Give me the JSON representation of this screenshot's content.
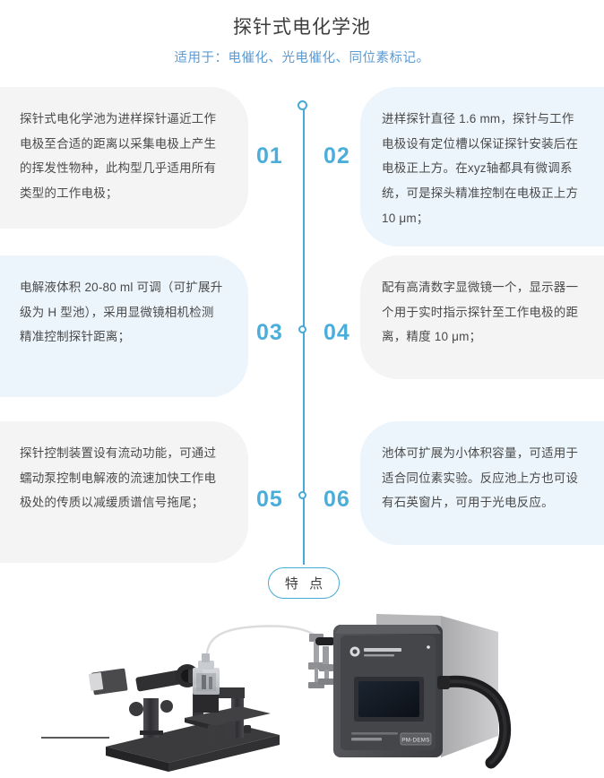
{
  "header": {
    "title": "探针式电化学池",
    "subtitle": "适用于：电催化、光电催化、同位素标记。"
  },
  "timeline": {
    "badge_label": "特 点",
    "accent_color": "#46a9d8",
    "number_color": "#4badda"
  },
  "cards": [
    {
      "number": "01",
      "side": "left",
      "background": "#f4f4f4",
      "text": "探针式电化学池为进样探针逼近工作电极至合适的距离以采集电极上产生的挥发性物种，此构型几乎适用所有类型的工作电极；"
    },
    {
      "number": "02",
      "side": "right",
      "background": "#ecf5fc",
      "text": "进样探针直径 1.6 mm，探针与工作电极设有定位槽以保证探针安装后在电极正上方。在xyz轴都具有微调系统，可是探头精准控制在电极正上方10 μm；"
    },
    {
      "number": "03",
      "side": "left",
      "background": "#ecf5fc",
      "text": "电解液体积 20-80 ml 可调（可扩展升级为 H 型池），采用显微镜相机检测精准控制探针距离；"
    },
    {
      "number": "04",
      "side": "right",
      "background": "#f4f4f4",
      "text": "配有高清数字显微镜一个，显示器一个用于实时指示探针至工作电极的距离，精度 10 μm；"
    },
    {
      "number": "05",
      "side": "left",
      "background": "#f4f4f4",
      "text": "探针控制装置设有流动功能，可通过蠕动泵控制电解液的流速加快工作电极处的传质以减缓质谱信号拖尾；"
    },
    {
      "number": "06",
      "side": "right",
      "background": "#ecf5fc",
      "text": "池体可扩展为小体积容量，可适用于适合同位素实验。反应池上方也可设有石英窗片，可用于光电反应。"
    }
  ],
  "product_photo": {
    "instrument_label": "PM-DEMS",
    "caption": ""
  }
}
